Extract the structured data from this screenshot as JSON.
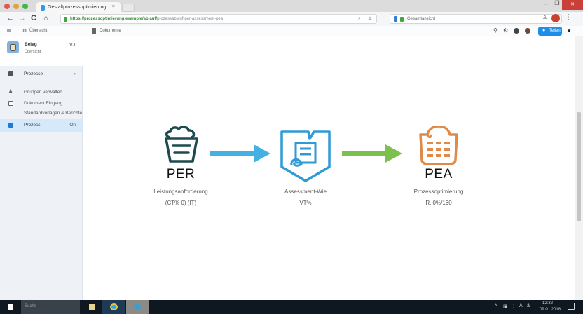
{
  "browser": {
    "tab_title": "Gestaltprozessoptimierung",
    "tab_close": "×",
    "url": "https://prozessoptimierung.example/ablauf/",
    "url_rest": "prozessablauf-per-assessment-pea",
    "second_field": "Gesamtansicht",
    "bookmarks": [
      {
        "label": "Übersicht"
      },
      {
        "label": "Dokumente"
      }
    ],
    "action_button_label": "Teilen",
    "nav": {
      "back": "←",
      "forward": "→",
      "reload": "C",
      "home": "⌂"
    },
    "win": {
      "min": "–",
      "max": "❐",
      "close": "✕"
    }
  },
  "sidebar": {
    "profile": {
      "name": "Beleg",
      "subtitle": "Übersicht",
      "action": "VJ"
    },
    "items": [
      {
        "label": "Prozesse",
        "right": "›"
      },
      {
        "label": "Gruppen verwalten",
        "right": ""
      },
      {
        "label": "Dokument Eingang",
        "right": ""
      },
      {
        "label": "Standardvorlagen & Berichte",
        "right": ""
      },
      {
        "label": "Prozess",
        "right": "On"
      }
    ]
  },
  "flow": {
    "stages": [
      {
        "title": "PER",
        "line1": "Leistungsanforderung",
        "line2": "(CT% 0) (IT)",
        "color": "#1e4a4f"
      },
      {
        "title": "",
        "line1": "Assessment-Wie",
        "line2": "VT%",
        "color": "#2e9ad6"
      },
      {
        "title": "PEA",
        "line1": "Prozessoptimierung",
        "line2": "R. 0%/160",
        "color": "#e08a4a"
      }
    ],
    "arrows": [
      {
        "color": "#45b1e3"
      },
      {
        "color": "#7cc04d"
      }
    ]
  },
  "taskbar": {
    "search_placeholder": "Suche",
    "time": "12:32",
    "date": "09.01.2018"
  }
}
